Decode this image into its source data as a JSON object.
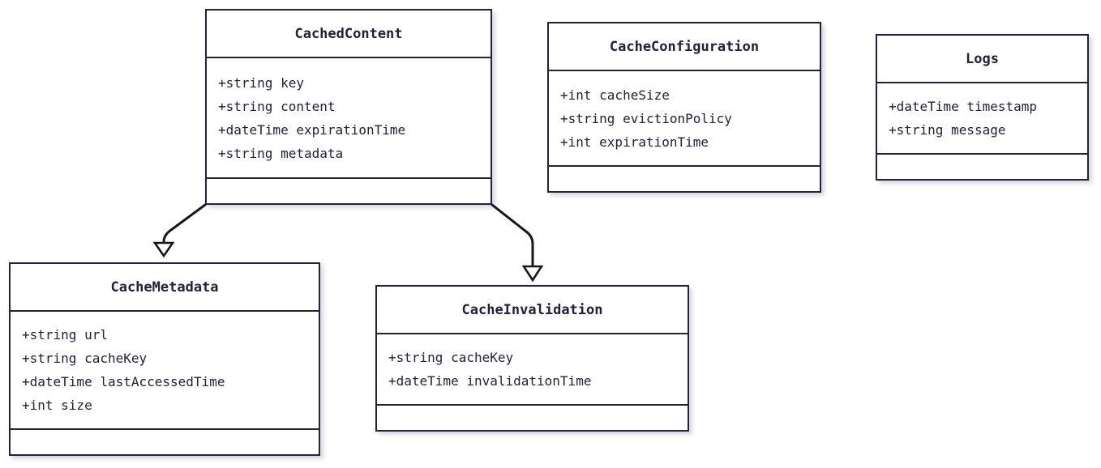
{
  "diagram": {
    "type": "uml-class-diagram",
    "colors": {
      "background": "#ffffff",
      "box_fill": "#ffffff",
      "box_border": "#23233f",
      "text": "#21213c",
      "edge_line": "#18181a",
      "shadow": "rgba(35,35,70,0.16)"
    },
    "classes": [
      {
        "name": "CachedContent",
        "attributes": [
          "+string key",
          "+string content",
          "+dateTime expirationTime",
          "+string metadata"
        ],
        "methods": []
      },
      {
        "name": "CacheConfiguration",
        "attributes": [
          "+int cacheSize",
          "+string evictionPolicy",
          "+int expirationTime"
        ],
        "methods": []
      },
      {
        "name": "Logs",
        "attributes": [
          "+dateTime timestamp",
          "+string message"
        ],
        "methods": []
      },
      {
        "name": "CacheMetadata",
        "attributes": [
          "+string url",
          "+string cacheKey",
          "+dateTime lastAccessedTime",
          "+int size"
        ],
        "methods": []
      },
      {
        "name": "CacheInvalidation",
        "attributes": [
          "+string cacheKey",
          "+dateTime invalidationTime"
        ],
        "methods": []
      }
    ],
    "relations": [
      {
        "from": "CachedContent",
        "to": "CacheMetadata",
        "arrowhead": "hollow-triangle"
      },
      {
        "from": "CachedContent",
        "to": "CacheInvalidation",
        "arrowhead": "hollow-triangle"
      }
    ]
  }
}
